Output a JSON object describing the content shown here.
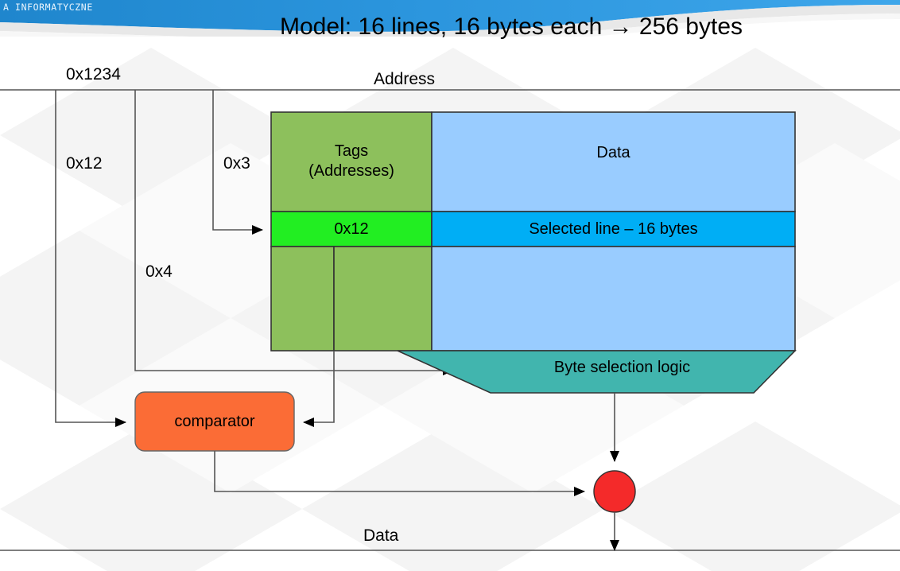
{
  "banner": {
    "text": "A INFORMATYCZNE",
    "color": "#2591da"
  },
  "title": "Model: 16 lines, 16 bytes each → 256 bytes",
  "labels": {
    "address_bus": "Address",
    "data_bus": "Data",
    "full_address": "0x1234",
    "tag_field": "0x12",
    "index_field": "0x4",
    "offset_field": "0x3"
  },
  "cache_table": {
    "tags_header": "Tags\n(Addresses)",
    "tags_header_line1": "Tags",
    "tags_header_line2": "(Addresses)",
    "data_header": "Data",
    "selected_tag": "0x12",
    "selected_data": "Selected line – 16 bytes"
  },
  "blocks": {
    "comparator": "comparator",
    "byte_selection": "Byte selection logic"
  },
  "colors": {
    "tag_fill": "#8dc05c",
    "data_fill": "#99ccff",
    "selected_tag_fill": "#22ee22",
    "selected_data_fill": "#00aef5",
    "comparator_fill": "#fb6c36",
    "byte_logic_fill": "#41b5ae",
    "hit_dot_fill": "#f42a2a",
    "stroke": "#333333",
    "banner_blue": "#2591da"
  }
}
